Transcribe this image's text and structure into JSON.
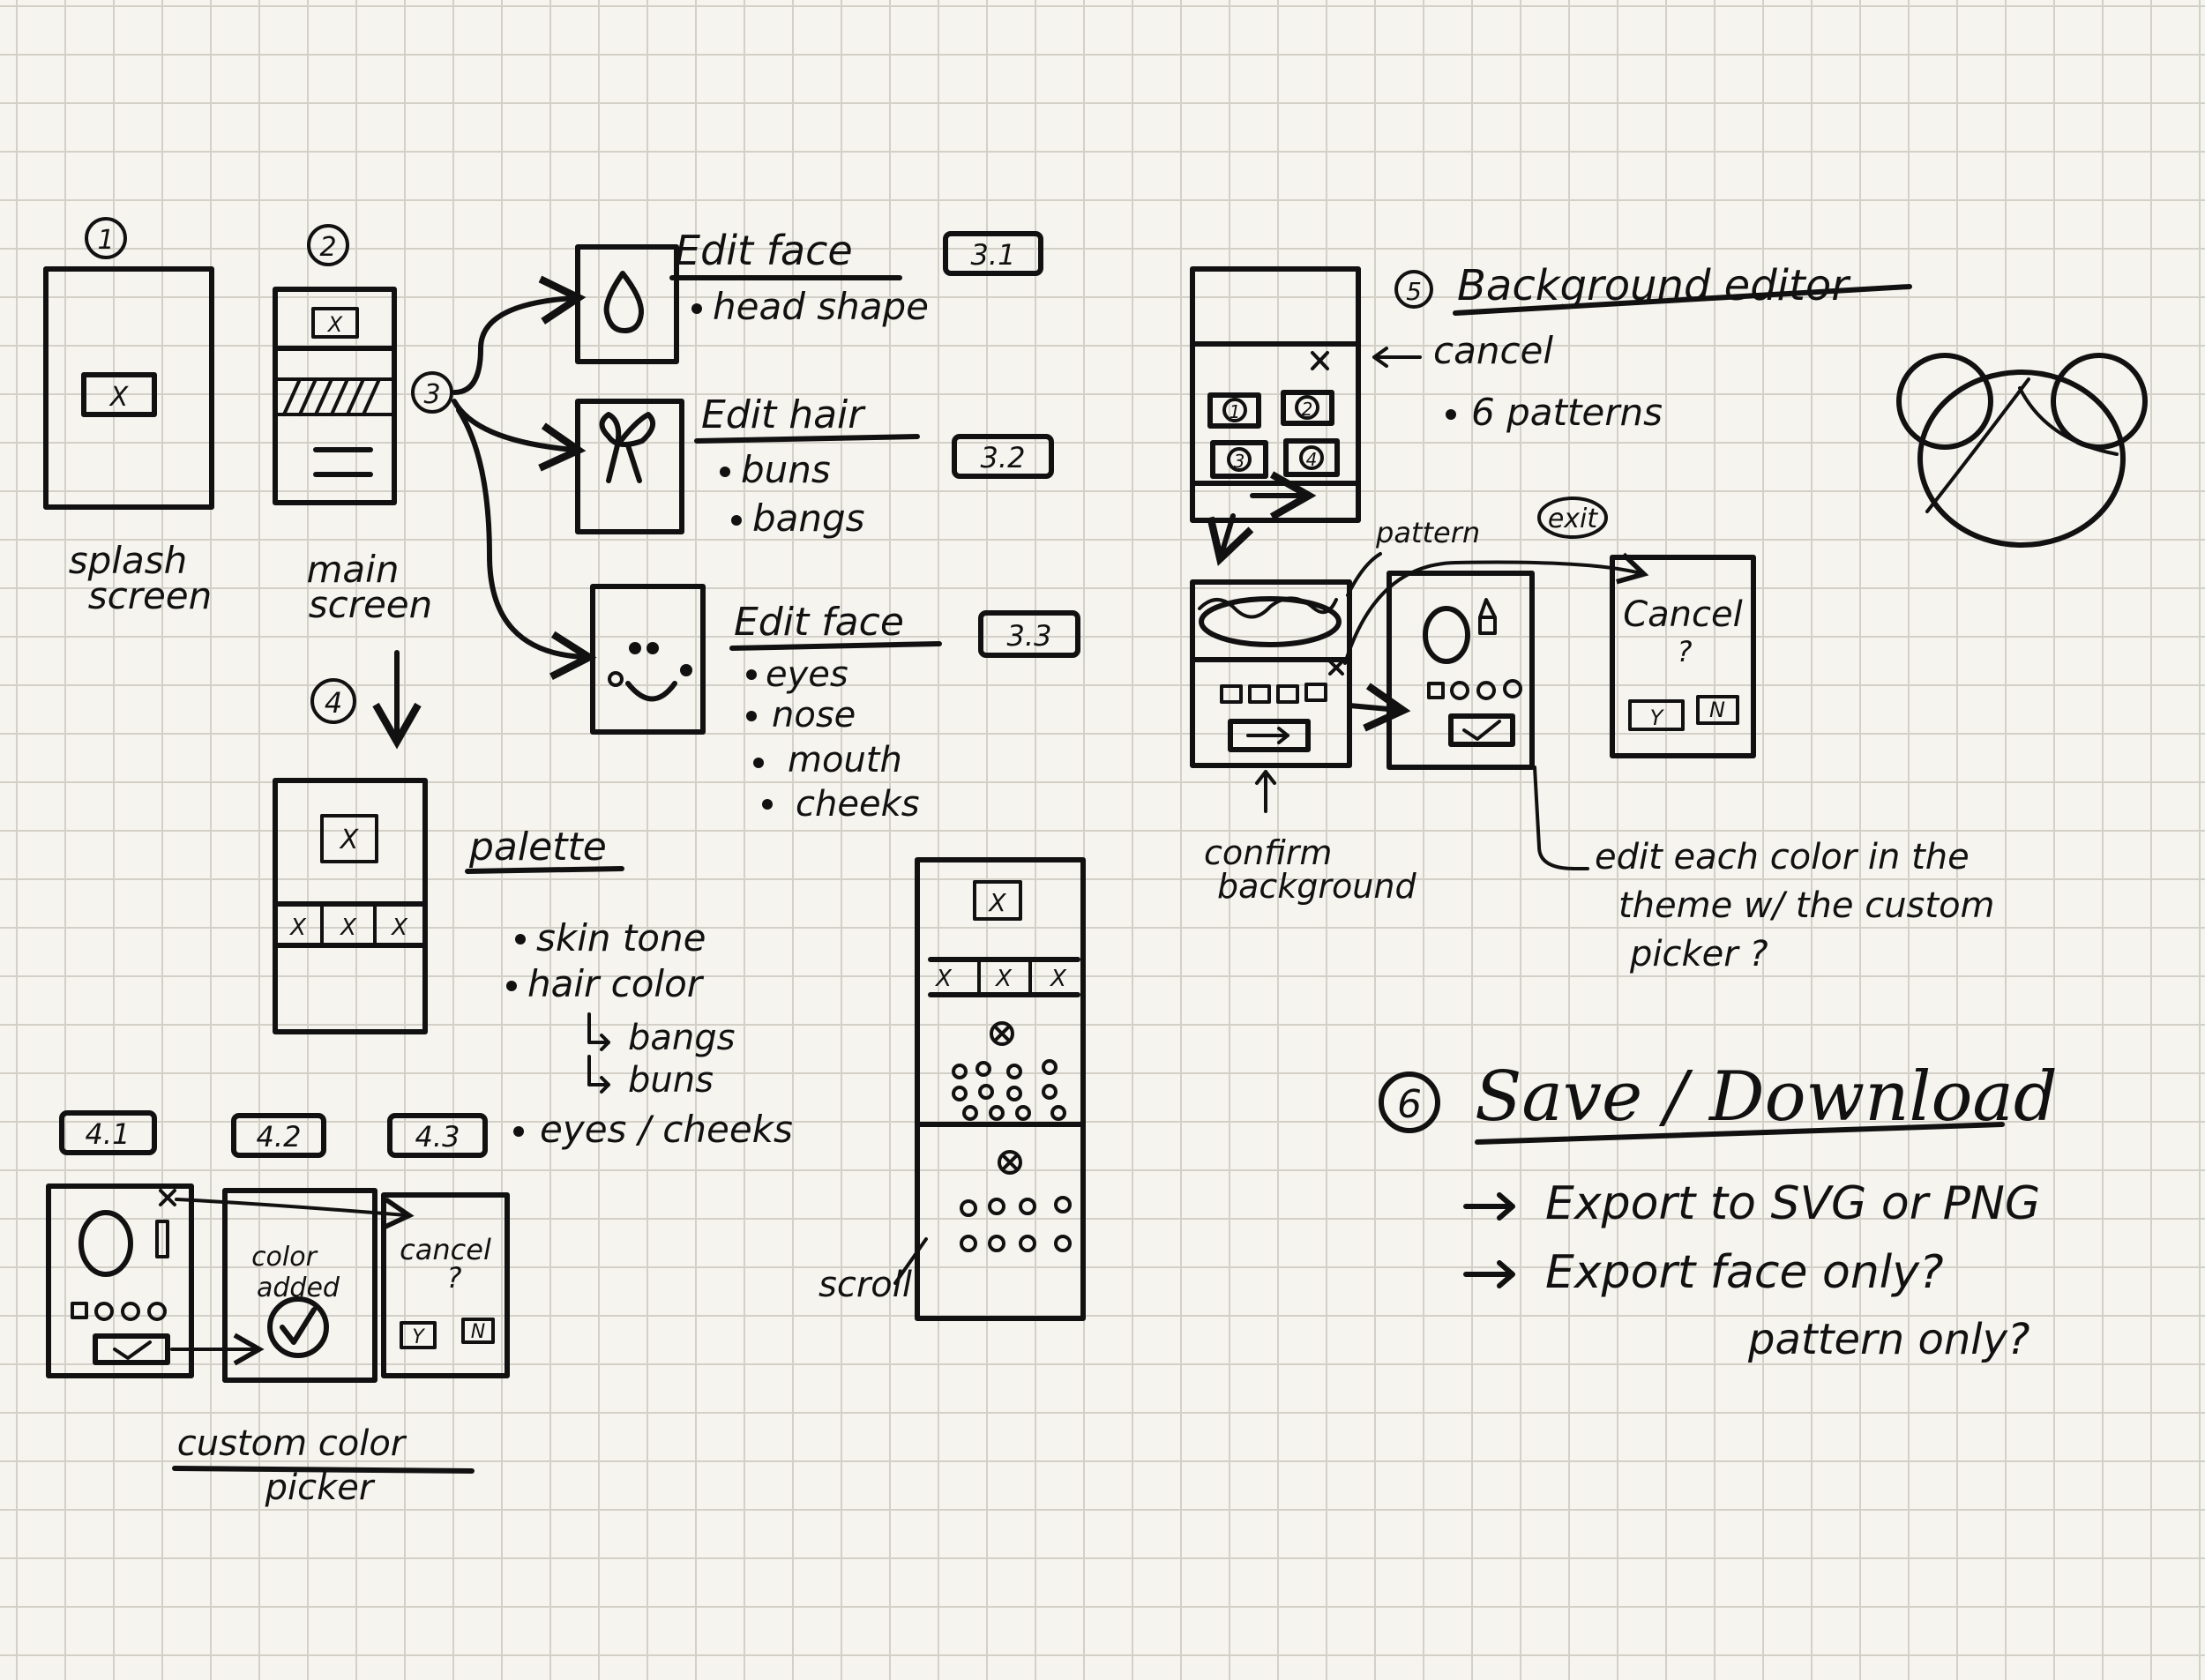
{
  "splash": {
    "number": "1",
    "mark": "X",
    "caption_line1": "splash",
    "caption_line2": "screen"
  },
  "main": {
    "number": "2",
    "mark": "X",
    "caption_line1": "main",
    "caption_line2": "screen",
    "branch_number": "3"
  },
  "edit_face_head": {
    "title": "Edit face",
    "badge": "3.1",
    "items": [
      "head shape"
    ]
  },
  "edit_hair": {
    "title": "Edit hair",
    "badge": "3.2",
    "items": [
      "buns",
      "bangs"
    ]
  },
  "edit_face_features": {
    "title": "Edit face",
    "badge": "3.3",
    "items": [
      "eyes",
      "nose",
      "mouth",
      "cheeks"
    ]
  },
  "palette": {
    "number": "4",
    "title": "palette",
    "items": [
      "skin tone",
      "hair color"
    ],
    "sub_items": [
      "bangs",
      "buns"
    ],
    "last_item": "eyes / cheeks",
    "mark": "X",
    "tabs": [
      "X",
      "X",
      "X"
    ]
  },
  "scroll_screen": {
    "mark": "X",
    "tabs": [
      "X",
      "X",
      "X"
    ],
    "caption": "scroll"
  },
  "custom_picker": {
    "badges": [
      "4.1",
      "4.2",
      "4.3"
    ],
    "added_line1": "color",
    "added_line2": "added",
    "cancel_label": "cancel",
    "question": "?",
    "yes": "Y",
    "no": "N",
    "caption_line1": "custom color",
    "caption_line2": "picker"
  },
  "background_editor": {
    "number": "5",
    "title": "Background editor",
    "notes": [
      "cancel",
      "6 patterns"
    ],
    "pattern_numbers": [
      "1",
      "2",
      "3",
      "4"
    ],
    "pattern_label": "pattern",
    "exit_label": "exit",
    "cancel_screen_label": "Cancel",
    "question": "?",
    "yes": "Y",
    "no": "N",
    "confirm_line1": "confirm",
    "confirm_line2": "background",
    "edit_note_line1": "edit each color in the",
    "edit_note_line2": "theme w/ the custom",
    "edit_note_line3": "picker ?"
  },
  "save": {
    "number": "6",
    "title": "Save / Download",
    "items": [
      "Export to SVG or PNG",
      "Export face only?"
    ],
    "extra": "pattern only?"
  }
}
